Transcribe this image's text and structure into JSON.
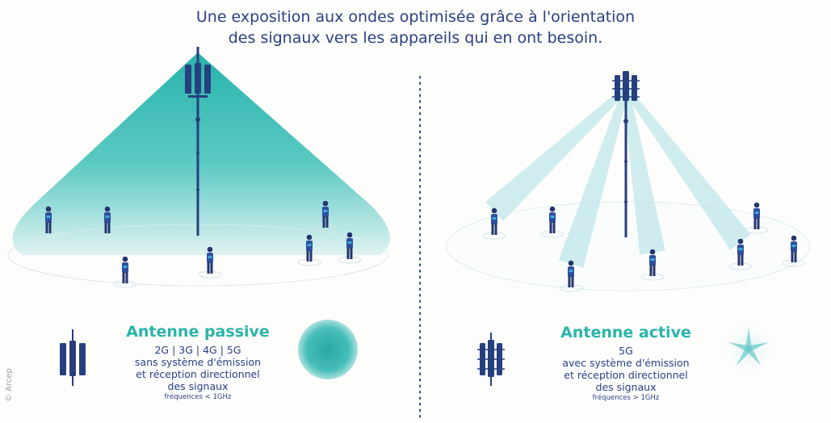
{
  "title": {
    "line1": "Une exposition aux ondes optimisée grâce à l'orientation",
    "line2": "des signaux vers les appareils qui en ont besoin."
  },
  "passive": {
    "heading": "Antenne passive",
    "lines": [
      "2G | 3G | 4G | 5G",
      "sans système d'émission",
      "et réception directionnel",
      "des signaux"
    ],
    "freq": "fréquences < 1GHz"
  },
  "active": {
    "heading": "Antenne active",
    "lines": [
      "5G",
      "avec système d'émission",
      "et réception directionnel",
      "des signaux"
    ],
    "freq": "fréquences > 1GHz"
  },
  "copyright": "© Arcep",
  "colors": {
    "navy": "#2a3f86",
    "teal": "#29b5aa",
    "beam": "#bfe6ea",
    "person": "#2e4fa0",
    "person_accent": "#3ba9d6"
  }
}
